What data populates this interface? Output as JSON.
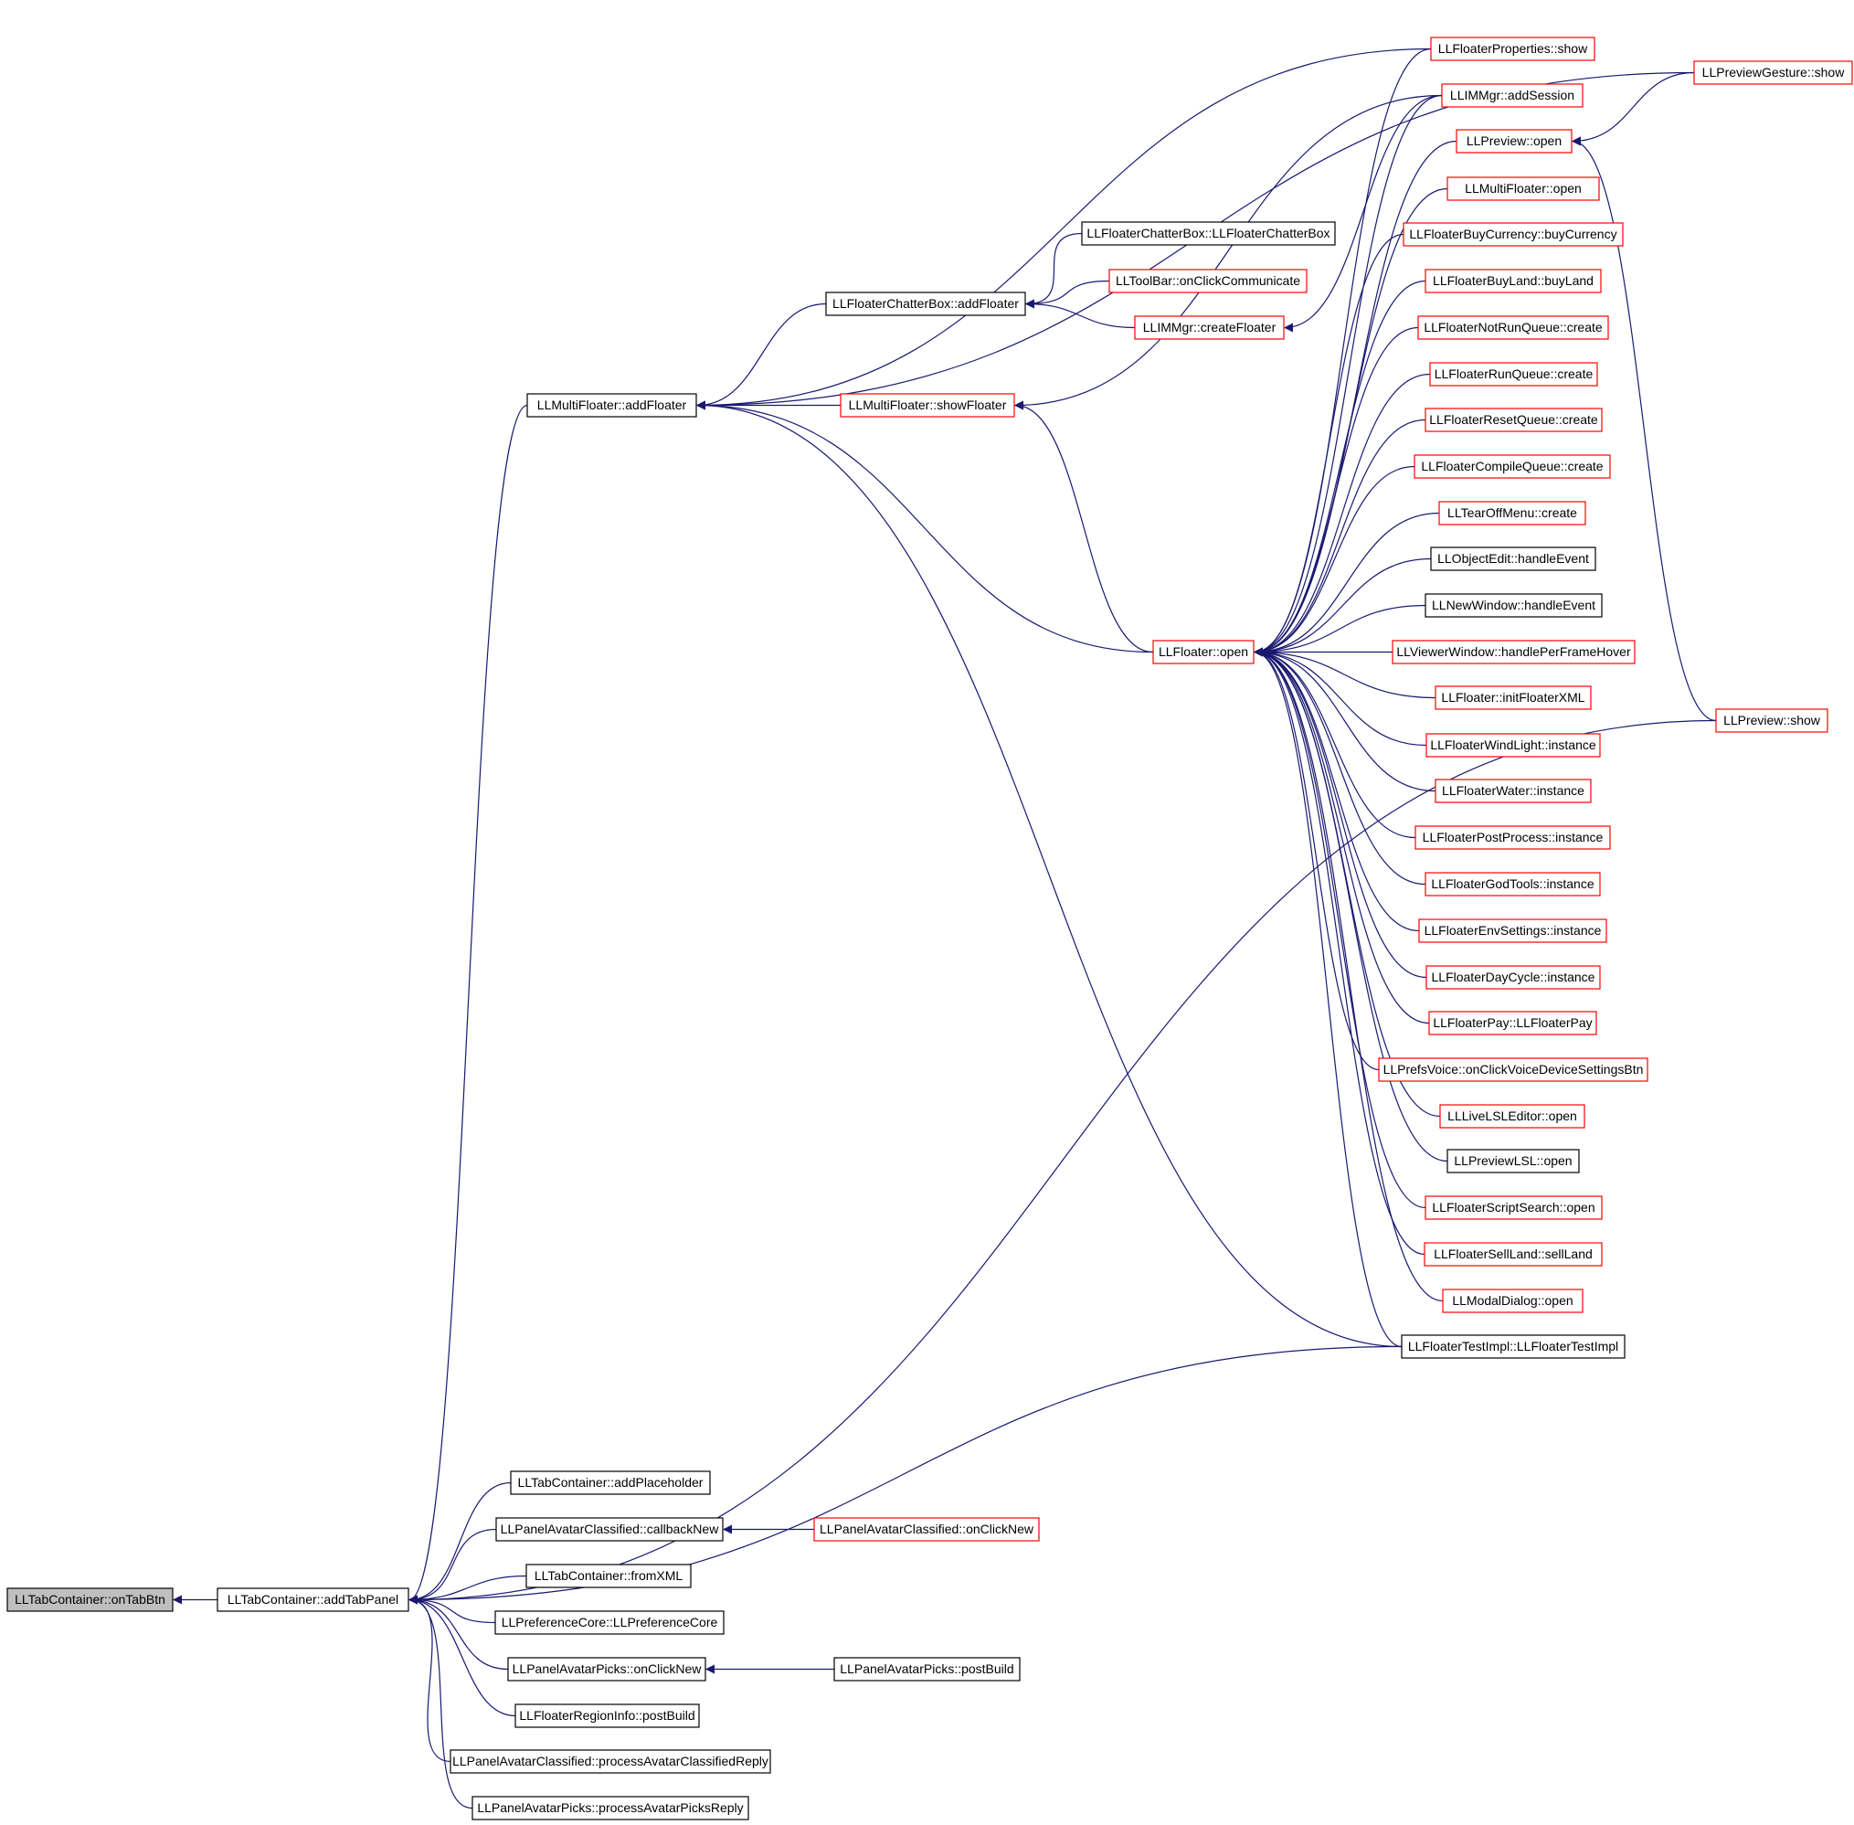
{
  "colors": {
    "edge": "#191970",
    "arrow": "#191970",
    "border_normal": "#000000",
    "border_truncated": "#ff0000",
    "root_fill": "#bfbfbf",
    "node_fill": "#ffffff",
    "text": "#000000"
  },
  "nodes": [
    {
      "id": "onTabBtn",
      "label": "LLTabContainer::onTabBtn",
      "style": "root"
    },
    {
      "id": "addTabPanel",
      "label": "LLTabContainer::addTabPanel",
      "style": "normal"
    },
    {
      "id": "addFloater",
      "label": "LLMultiFloater::addFloater",
      "style": "normal"
    },
    {
      "id": "chatAddFloater",
      "label": "LLFloaterChatterBox::addFloater",
      "style": "normal"
    },
    {
      "id": "chatCtor",
      "label": "LLFloaterChatterBox::LLFloaterChatterBox",
      "style": "normal"
    },
    {
      "id": "toolbar",
      "label": "LLToolBar::onClickCommunicate",
      "style": "red"
    },
    {
      "id": "createFloater",
      "label": "LLIMMgr::createFloater",
      "style": "red"
    },
    {
      "id": "showFloater",
      "label": "LLMultiFloater::showFloater",
      "style": "red"
    },
    {
      "id": "flOpen",
      "label": "LLFloater::open",
      "style": "red"
    },
    {
      "id": "propsShow",
      "label": "LLFloaterProperties::show",
      "style": "red"
    },
    {
      "id": "addSession",
      "label": "LLIMMgr::addSession",
      "style": "red"
    },
    {
      "id": "previewOpen",
      "label": "LLPreview::open",
      "style": "red"
    },
    {
      "id": "mfOpen",
      "label": "LLMultiFloater::open",
      "style": "red"
    },
    {
      "id": "buyCurrency",
      "label": "LLFloaterBuyCurrency::buyCurrency",
      "style": "red"
    },
    {
      "id": "buyLand",
      "label": "LLFloaterBuyLand::buyLand",
      "style": "red"
    },
    {
      "id": "notRunQ",
      "label": "LLFloaterNotRunQueue::create",
      "style": "red"
    },
    {
      "id": "runQ",
      "label": "LLFloaterRunQueue::create",
      "style": "red"
    },
    {
      "id": "resetQ",
      "label": "LLFloaterResetQueue::create",
      "style": "red"
    },
    {
      "id": "compileQ",
      "label": "LLFloaterCompileQueue::create",
      "style": "red"
    },
    {
      "id": "tearOff",
      "label": "LLTearOffMenu::create",
      "style": "red"
    },
    {
      "id": "objEdit",
      "label": "LLObjectEdit::handleEvent",
      "style": "normal"
    },
    {
      "id": "newWin",
      "label": "LLNewWindow::handleEvent",
      "style": "normal"
    },
    {
      "id": "hover",
      "label": "LLViewerWindow::handlePerFrameHover",
      "style": "red"
    },
    {
      "id": "initXML",
      "label": "LLFloater::initFloaterXML",
      "style": "red"
    },
    {
      "id": "windLight",
      "label": "LLFloaterWindLight::instance",
      "style": "red"
    },
    {
      "id": "water",
      "label": "LLFloaterWater::instance",
      "style": "red"
    },
    {
      "id": "postProc",
      "label": "LLFloaterPostProcess::instance",
      "style": "red"
    },
    {
      "id": "godTools",
      "label": "LLFloaterGodTools::instance",
      "style": "red"
    },
    {
      "id": "envSet",
      "label": "LLFloaterEnvSettings::instance",
      "style": "red"
    },
    {
      "id": "dayCycle",
      "label": "LLFloaterDayCycle::instance",
      "style": "red"
    },
    {
      "id": "pay",
      "label": "LLFloaterPay::LLFloaterPay",
      "style": "red"
    },
    {
      "id": "voice",
      "label": "LLPrefsVoice::onClickVoiceDeviceSettingsBtn",
      "style": "red"
    },
    {
      "id": "liveLSL",
      "label": "LLLiveLSLEditor::open",
      "style": "red"
    },
    {
      "id": "previewLSL",
      "label": "LLPreviewLSL::open",
      "style": "normal"
    },
    {
      "id": "scriptSearch",
      "label": "LLFloaterScriptSearch::open",
      "style": "red"
    },
    {
      "id": "sellLand",
      "label": "LLFloaterSellLand::sellLand",
      "style": "red"
    },
    {
      "id": "modal",
      "label": "LLModalDialog::open",
      "style": "red"
    },
    {
      "id": "testImpl",
      "label": "LLFloaterTestImpl::LLFloaterTestImpl",
      "style": "normal"
    },
    {
      "id": "gestureShow",
      "label": "LLPreviewGesture::show",
      "style": "red"
    },
    {
      "id": "previewShow",
      "label": "LLPreview::show",
      "style": "red"
    },
    {
      "id": "addPlaceholder",
      "label": "LLTabContainer::addPlaceholder",
      "style": "normal"
    },
    {
      "id": "callbackNew",
      "label": "LLPanelAvatarClassified::callbackNew",
      "style": "normal"
    },
    {
      "id": "classOnClickNew",
      "label": "LLPanelAvatarClassified::onClickNew",
      "style": "red"
    },
    {
      "id": "fromXML",
      "label": "LLTabContainer::fromXML",
      "style": "normal"
    },
    {
      "id": "prefCore",
      "label": "LLPreferenceCore::LLPreferenceCore",
      "style": "normal"
    },
    {
      "id": "picksOnClickNew",
      "label": "LLPanelAvatarPicks::onClickNew",
      "style": "normal"
    },
    {
      "id": "picksPostBuild",
      "label": "LLPanelAvatarPicks::postBuild",
      "style": "normal"
    },
    {
      "id": "regionPostBuild",
      "label": "LLFloaterRegionInfo::postBuild",
      "style": "normal"
    },
    {
      "id": "procClassified",
      "label": "LLPanelAvatarClassified::processAvatarClassifiedReply",
      "style": "normal"
    },
    {
      "id": "procPicks",
      "label": "LLPanelAvatarPicks::processAvatarPicksReply",
      "style": "normal"
    }
  ],
  "edges": [
    [
      "addTabPanel",
      "onTabBtn"
    ],
    [
      "addFloater",
      "addTabPanel"
    ],
    [
      "testImpl",
      "addTabPanel"
    ],
    [
      "addPlaceholder",
      "addTabPanel"
    ],
    [
      "callbackNew",
      "addTabPanel"
    ],
    [
      "fromXML",
      "addTabPanel"
    ],
    [
      "prefCore",
      "addTabPanel"
    ],
    [
      "picksOnClickNew",
      "addTabPanel"
    ],
    [
      "regionPostBuild",
      "addTabPanel"
    ],
    [
      "procClassified",
      "addTabPanel"
    ],
    [
      "procPicks",
      "addTabPanel"
    ],
    [
      "classOnClickNew",
      "callbackNew"
    ],
    [
      "picksPostBuild",
      "picksOnClickNew"
    ],
    [
      "chatAddFloater",
      "addFloater"
    ],
    [
      "showFloater",
      "addFloater"
    ],
    [
      "flOpen",
      "addFloater"
    ],
    [
      "propsShow",
      "addFloater"
    ],
    [
      "gestureShow",
      "addFloater"
    ],
    [
      "testImpl",
      "addFloater"
    ],
    [
      "chatCtor",
      "chatAddFloater"
    ],
    [
      "toolbar",
      "chatAddFloater"
    ],
    [
      "createFloater",
      "chatAddFloater"
    ],
    [
      "addSession",
      "createFloater"
    ],
    [
      "flOpen",
      "showFloater"
    ],
    [
      "addSession",
      "showFloater"
    ],
    [
      "propsShow",
      "flOpen"
    ],
    [
      "addSession",
      "flOpen"
    ],
    [
      "previewOpen",
      "flOpen"
    ],
    [
      "mfOpen",
      "flOpen"
    ],
    [
      "buyCurrency",
      "flOpen"
    ],
    [
      "buyLand",
      "flOpen"
    ],
    [
      "notRunQ",
      "flOpen"
    ],
    [
      "runQ",
      "flOpen"
    ],
    [
      "resetQ",
      "flOpen"
    ],
    [
      "compileQ",
      "flOpen"
    ],
    [
      "tearOff",
      "flOpen"
    ],
    [
      "objEdit",
      "flOpen"
    ],
    [
      "newWin",
      "flOpen"
    ],
    [
      "hover",
      "flOpen"
    ],
    [
      "initXML",
      "flOpen"
    ],
    [
      "windLight",
      "flOpen"
    ],
    [
      "water",
      "flOpen"
    ],
    [
      "postProc",
      "flOpen"
    ],
    [
      "godTools",
      "flOpen"
    ],
    [
      "envSet",
      "flOpen"
    ],
    [
      "dayCycle",
      "flOpen"
    ],
    [
      "pay",
      "flOpen"
    ],
    [
      "voice",
      "flOpen"
    ],
    [
      "liveLSL",
      "flOpen"
    ],
    [
      "previewLSL",
      "flOpen"
    ],
    [
      "scriptSearch",
      "flOpen"
    ],
    [
      "sellLand",
      "flOpen"
    ],
    [
      "modal",
      "flOpen"
    ],
    [
      "testImpl",
      "flOpen"
    ],
    [
      "gestureShow",
      "previewOpen"
    ],
    [
      "previewShow",
      "previewOpen"
    ],
    [
      "previewShow",
      "addTabPanel"
    ]
  ]
}
